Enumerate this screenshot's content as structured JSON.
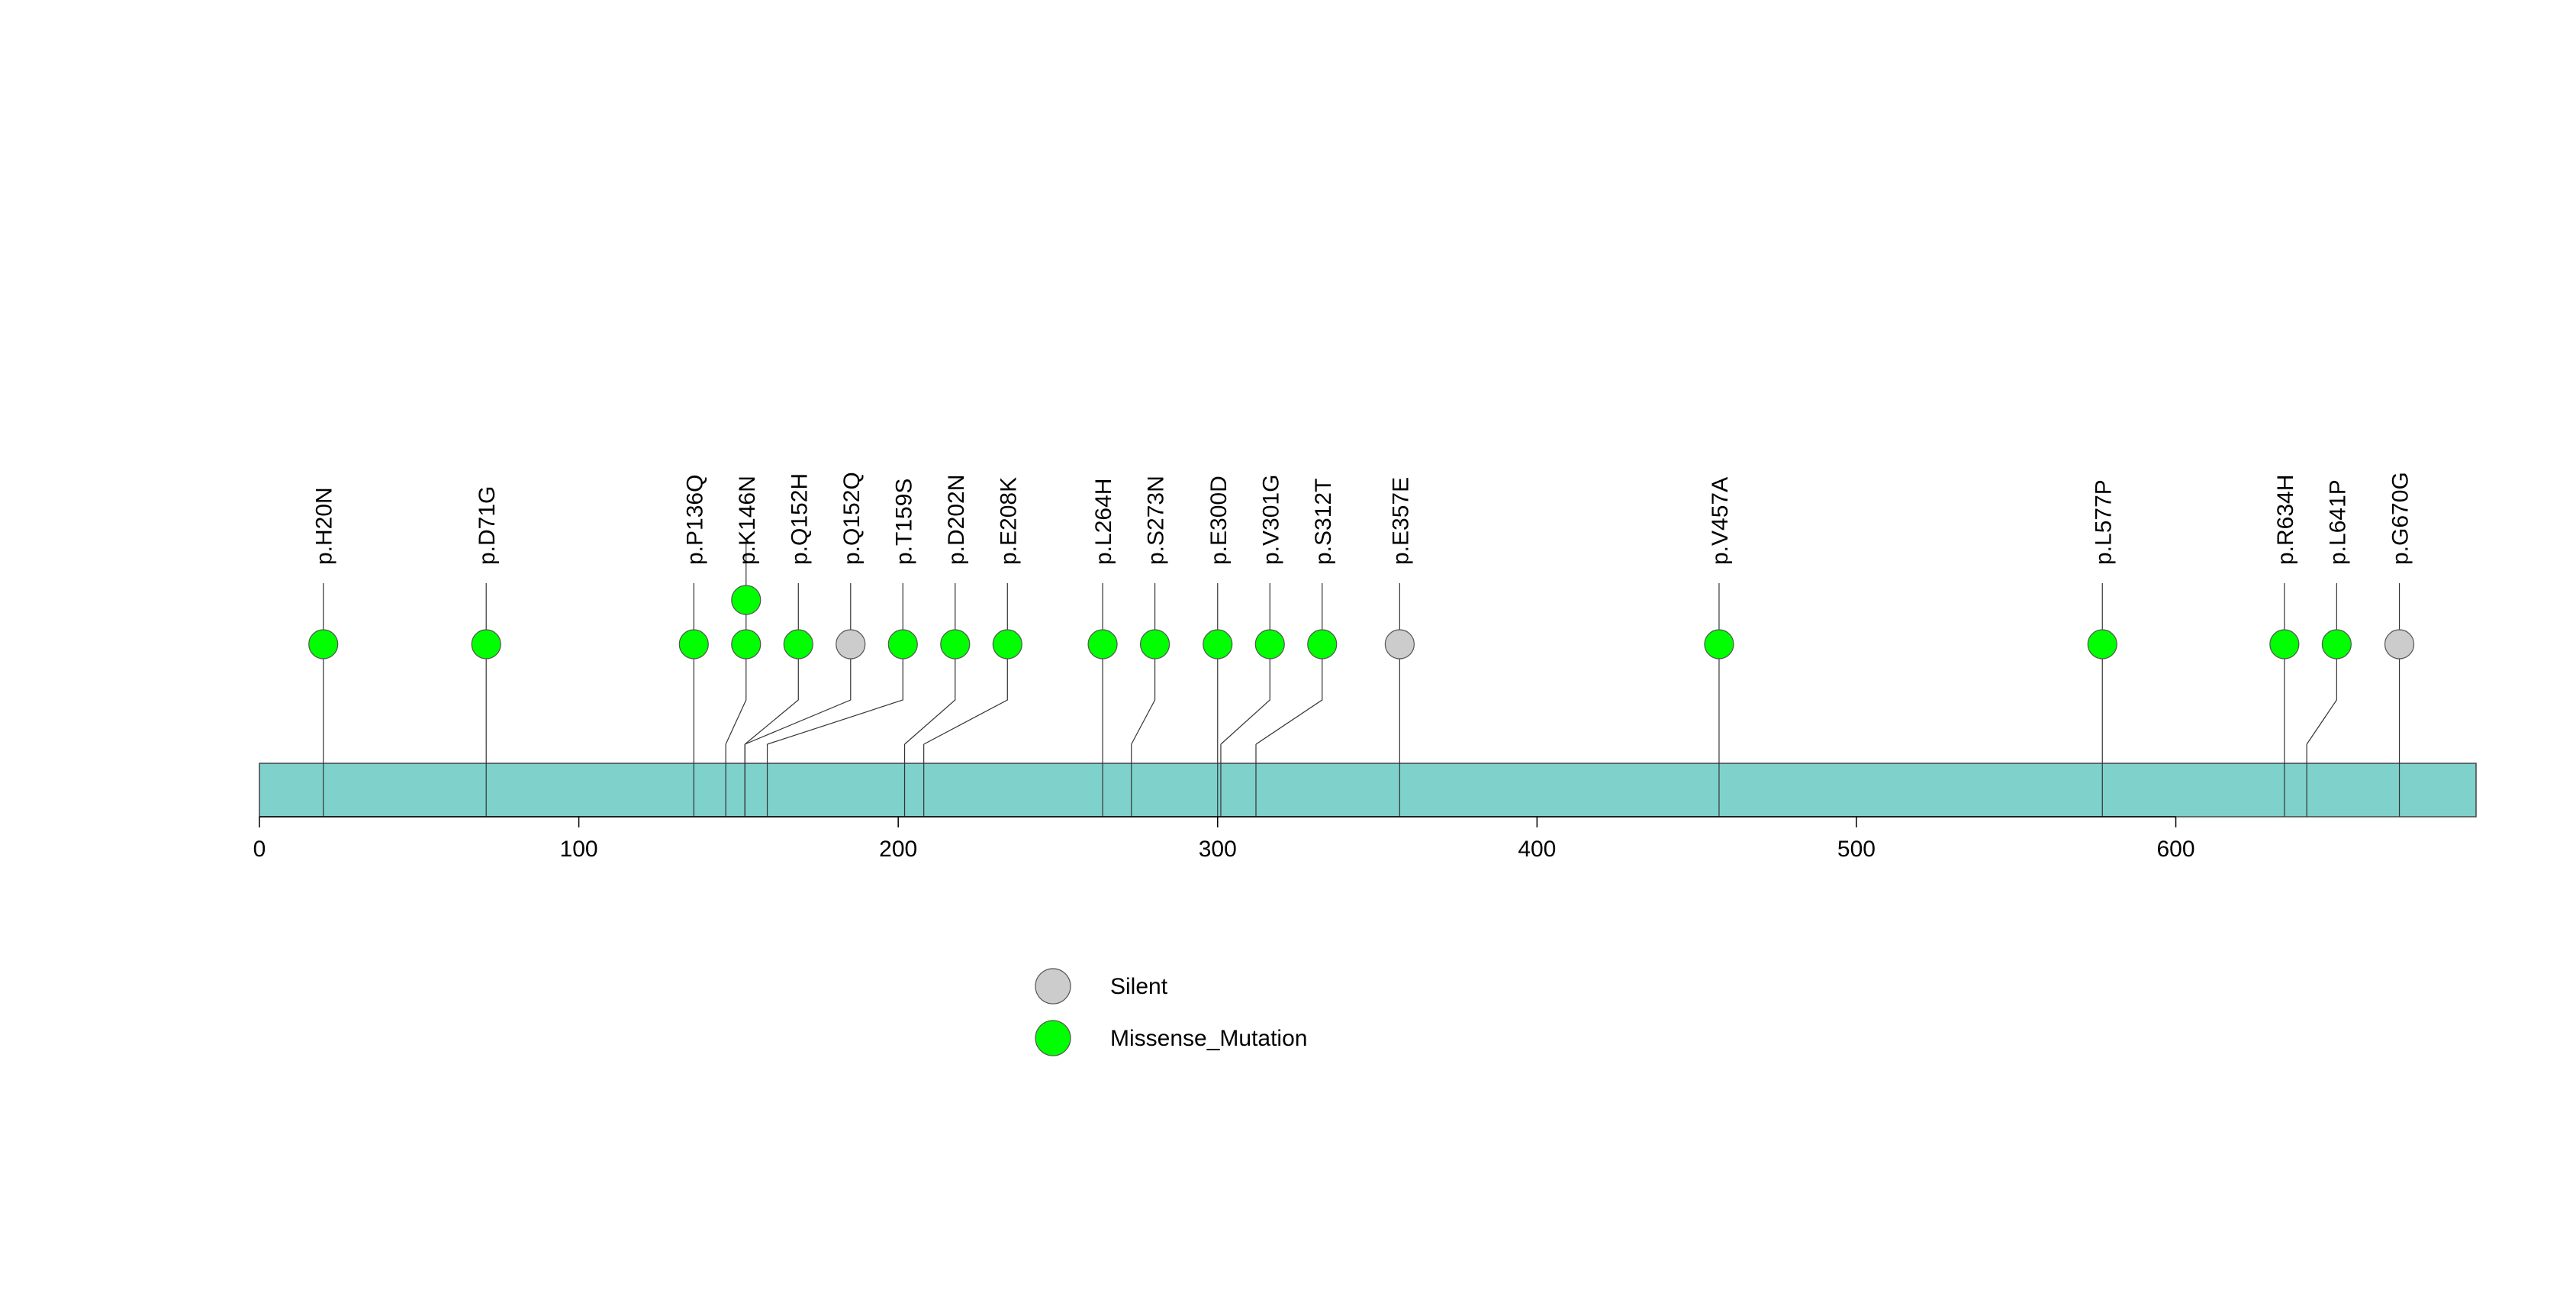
{
  "chart_data": {
    "type": "lollipop",
    "title": "",
    "xlabel": "",
    "ylabel": "",
    "protein_length": 694,
    "xlim": [
      0,
      694
    ],
    "x_ticks": [
      {
        "value": 0,
        "label": "0"
      },
      {
        "value": 100,
        "label": "100"
      },
      {
        "value": 200,
        "label": "200"
      },
      {
        "value": 300,
        "label": "300"
      },
      {
        "value": 400,
        "label": "400"
      },
      {
        "value": 500,
        "label": "500"
      },
      {
        "value": 600,
        "label": "600"
      }
    ],
    "domain_color": "#7FD1CC",
    "legend": [
      {
        "label": "Silent",
        "color": "#CCCCCC"
      },
      {
        "label": "Missense_Mutation",
        "color": "#00FF00"
      }
    ],
    "legend_position": "bottom-center",
    "mutations": [
      {
        "label": "p.H20N",
        "position": 20,
        "type": "Missense_Mutation",
        "count": 1
      },
      {
        "label": "p.D71G",
        "position": 71,
        "type": "Missense_Mutation",
        "count": 1
      },
      {
        "label": "p.P136Q",
        "position": 136,
        "type": "Missense_Mutation",
        "count": 1
      },
      {
        "label": "p.K146N",
        "position": 146,
        "type": "Missense_Mutation",
        "count": 2
      },
      {
        "label": "p.Q152H",
        "position": 152,
        "type": "Missense_Mutation",
        "count": 1
      },
      {
        "label": "p.Q152Q",
        "position": 152,
        "type": "Silent",
        "count": 1
      },
      {
        "label": "p.T159S",
        "position": 159,
        "type": "Missense_Mutation",
        "count": 1
      },
      {
        "label": "p.D202N",
        "position": 202,
        "type": "Missense_Mutation",
        "count": 1
      },
      {
        "label": "p.E208K",
        "position": 208,
        "type": "Missense_Mutation",
        "count": 1
      },
      {
        "label": "p.L264H",
        "position": 264,
        "type": "Missense_Mutation",
        "count": 1
      },
      {
        "label": "p.S273N",
        "position": 273,
        "type": "Missense_Mutation",
        "count": 1
      },
      {
        "label": "p.E300D",
        "position": 300,
        "type": "Missense_Mutation",
        "count": 1
      },
      {
        "label": "p.V301G",
        "position": 301,
        "type": "Missense_Mutation",
        "count": 1
      },
      {
        "label": "p.S312T",
        "position": 312,
        "type": "Missense_Mutation",
        "count": 1
      },
      {
        "label": "p.E357E",
        "position": 357,
        "type": "Silent",
        "count": 1
      },
      {
        "label": "p.V457A",
        "position": 457,
        "type": "Missense_Mutation",
        "count": 1
      },
      {
        "label": "p.L577P",
        "position": 577,
        "type": "Missense_Mutation",
        "count": 1
      },
      {
        "label": "p.R634H",
        "position": 634,
        "type": "Missense_Mutation",
        "count": 1
      },
      {
        "label": "p.L641P",
        "position": 641,
        "type": "Missense_Mutation",
        "count": 1
      },
      {
        "label": "p.G670G",
        "position": 670,
        "type": "Silent",
        "count": 1
      }
    ]
  }
}
